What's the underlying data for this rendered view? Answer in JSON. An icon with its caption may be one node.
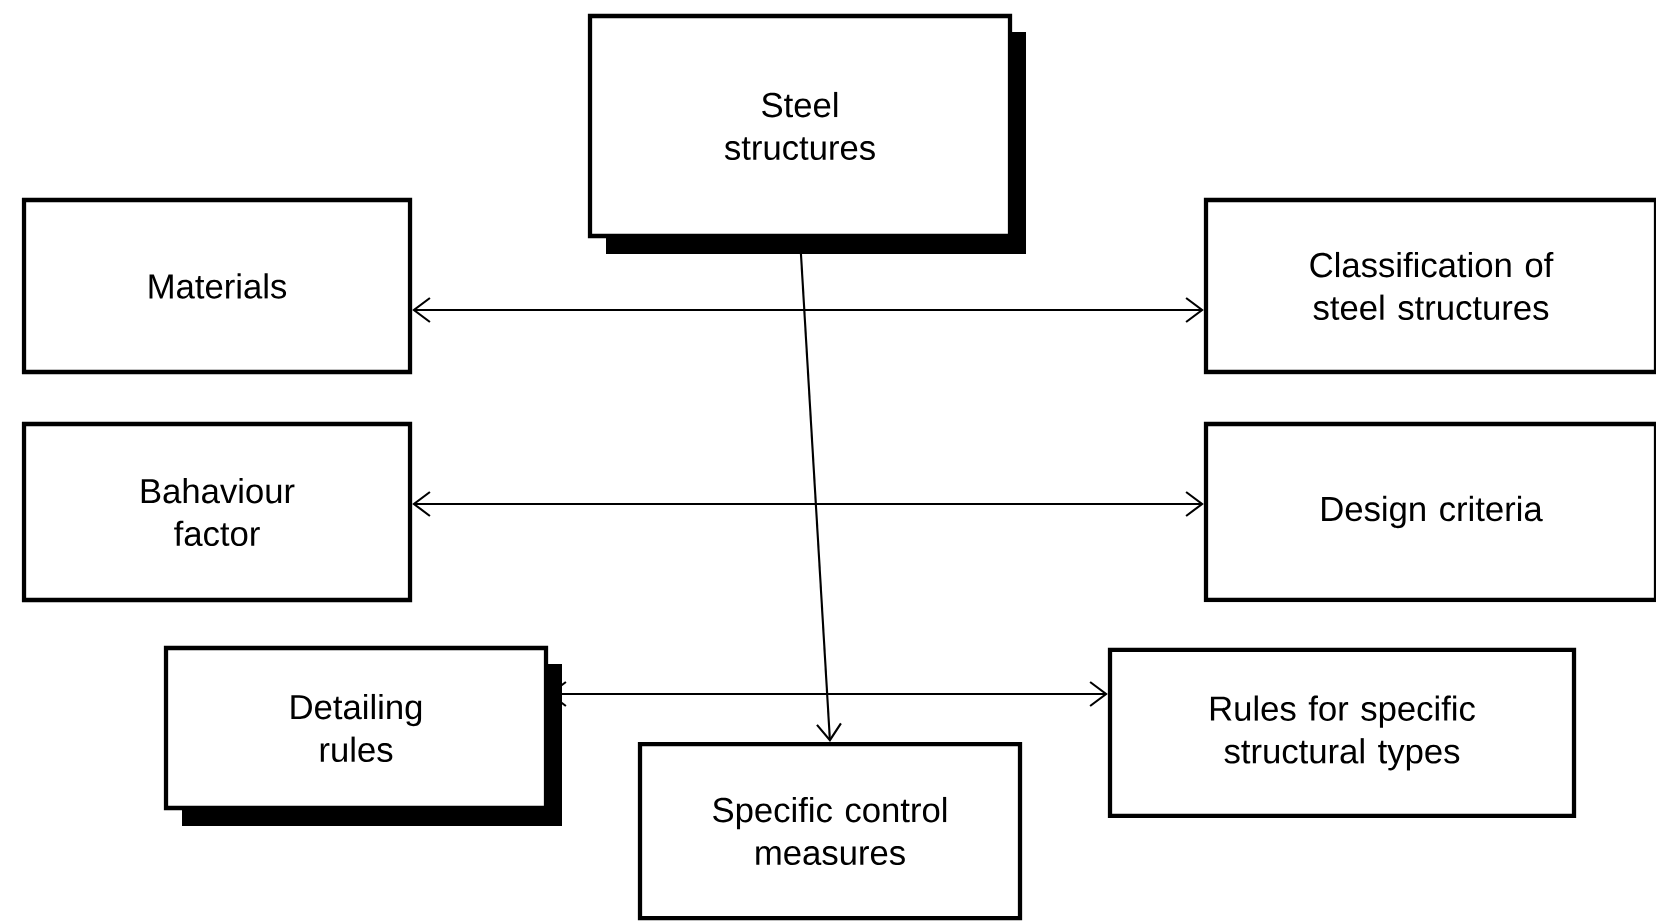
{
  "diagram": {
    "nodes": [
      {
        "text": [
          "Steel structures"
        ]
      },
      {
        "text": [
          "Materials"
        ]
      },
      {
        "text": [
          "Classification of steel structures"
        ]
      },
      {
        "text": [
          "Bahaviour factor"
        ]
      },
      {
        "text": [
          "Design criteria"
        ]
      },
      {
        "text": [
          "Detailing rules"
        ]
      },
      {
        "text": [
          "Rules for specific structural types"
        ]
      },
      {
        "text": [
          "Specific control measures"
        ]
      }
    ],
    "edges": [
      {
        "from": 1,
        "to": 2,
        "arrow": "both"
      },
      {
        "from": 3,
        "to": 4,
        "arrow": "both"
      },
      {
        "from": 5,
        "to": 6,
        "arrow": "both"
      },
      {
        "from": 0,
        "to": 7,
        "arrow": "to"
      }
    ]
  }
}
